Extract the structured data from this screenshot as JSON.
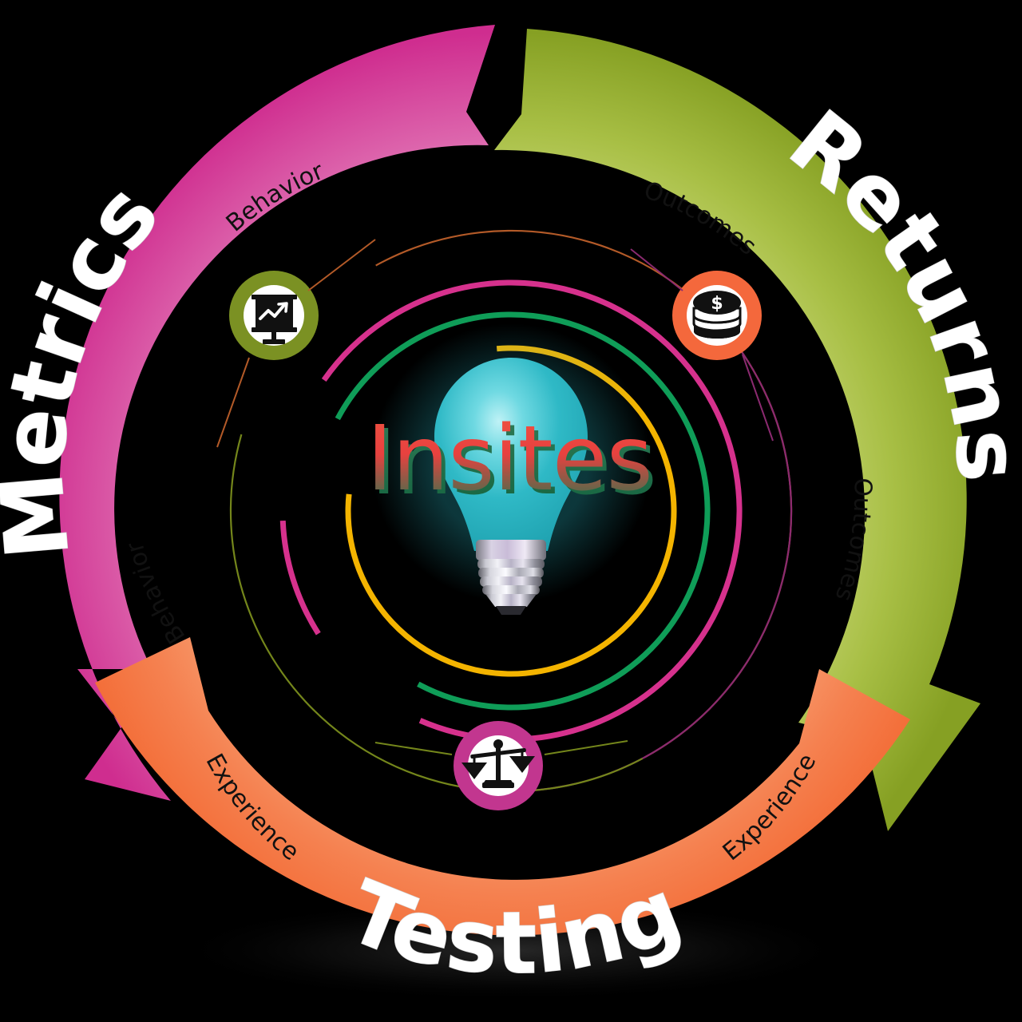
{
  "title": "Insites Cycle Diagram",
  "background_color": "#000000",
  "center": {
    "word": "Insites",
    "bulb_color": "#2ab7c4",
    "bulb_glow_color": "#7fe3ea",
    "word_gradient_from": "#e8463c",
    "word_gradient_to": "#1f7a4d"
  },
  "segments": [
    {
      "id": "metrics",
      "label": "Metrics",
      "sublabel": "Behavior",
      "sublabel_repeat": "Behavior",
      "color": "#d64a9e",
      "color_light": "#e79ec4",
      "label_color": "#ffffff",
      "sublabel_color": "#111111"
    },
    {
      "id": "returns",
      "label": "Returns",
      "sublabel": "Outcomes",
      "sublabel_repeat": "Outcomes",
      "color": "#9fb83a",
      "color_light": "#c3d36e",
      "label_color": "#ffffff",
      "sublabel_color": "#111111"
    },
    {
      "id": "testing",
      "label": "Testing",
      "sublabel": "Experience",
      "sublabel_repeat": "Experience",
      "color": "#f4733c",
      "color_light": "#f79a6b",
      "label_color": "#ffffff",
      "sublabel_color": "#111111"
    }
  ],
  "icons": [
    {
      "id": "metrics-icon",
      "name": "presentation-chart-icon",
      "ring_color": "#7b9123",
      "disc_color": "#ffffff",
      "glyph_color": "#111111"
    },
    {
      "id": "returns-icon",
      "name": "coins-dollar-icon",
      "ring_color": "#f4683c",
      "disc_color": "#ffffff",
      "glyph_color": "#111111"
    },
    {
      "id": "testing-icon",
      "name": "balance-scales-icon",
      "ring_color": "#c2368f",
      "disc_color": "#ffffff",
      "glyph_color": "#111111"
    }
  ],
  "rings": [
    {
      "name": "outer-thin-orange-ring",
      "color": "#c4622a",
      "width": 2,
      "radius": 350
    },
    {
      "name": "thin-olive-ring",
      "color": "#7a8a1d",
      "width": 2,
      "radius": 400
    },
    {
      "name": "thin-purple-ring",
      "color": "#8a2a6e",
      "width": 2,
      "radius": 375
    },
    {
      "name": "magenta-arc",
      "color": "#d6318d",
      "width": 6,
      "radius": 300
    },
    {
      "name": "green-arc",
      "color": "#0f9d58",
      "width": 6,
      "radius": 258
    },
    {
      "name": "amber-arc",
      "color": "#f4b400",
      "width": 6,
      "radius": 215
    }
  ]
}
